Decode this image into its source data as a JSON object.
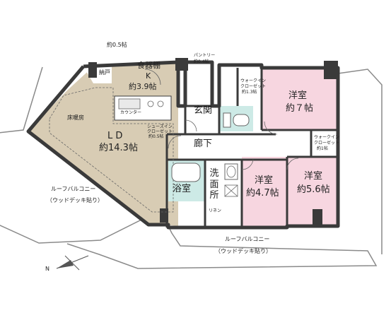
{
  "floor_plan": {
    "colors": {
      "wall": "#3a3a3a",
      "ldk_floor": "#d8ccb4",
      "bedroom_floor": "#f7d6e0",
      "wet_area_floor": "#cdeae6",
      "hall_floor": "#ffffff",
      "balcony_outline": "#8a8a8a"
    },
    "labels": {
      "closet_top_size": "約0.5帖",
      "storage_closet": "納戸",
      "pantry_name": "パントリー",
      "pantry_size": "約0.4帖",
      "pantry_cupboard": "食器棚",
      "kitchen_name": "K",
      "kitchen_size": "約3.9帖",
      "counter": "カウンター",
      "floor_heating": "床暖房",
      "ld_name": "L D",
      "ld_size": "約14.3帖",
      "shoes_closet_1": "シューズイン",
      "shoes_closet_2": "クローゼット",
      "shoes_closet_size": "約0.5帖",
      "entrance": "玄関",
      "hallway": "廊下",
      "wic_a_1": "ウォークイン",
      "wic_a_2": "クローゼット",
      "wic_a_size": "約1.3帖",
      "bedroom_1_name": "洋室",
      "bedroom_1_size": "約７帖",
      "wic_b_1": "ウォークイン",
      "wic_b_2": "クローゼット",
      "wic_b_size": "約1帖",
      "bathroom": "浴室",
      "washroom": "洗\n面\n所",
      "linen": "リネン",
      "bedroom_2_name": "洋室",
      "bedroom_2_size": "約4.7帖",
      "bedroom_3_name": "洋室",
      "bedroom_3_size": "約5.6帖",
      "balcony_left_1": "ルーフバルコニー",
      "balcony_left_2": "（ウッドデッキ貼り）",
      "balcony_bottom_1": "ルーフバルコニー",
      "balcony_bottom_2": "（ウッドデッキ貼り）",
      "compass_north": "N"
    }
  }
}
